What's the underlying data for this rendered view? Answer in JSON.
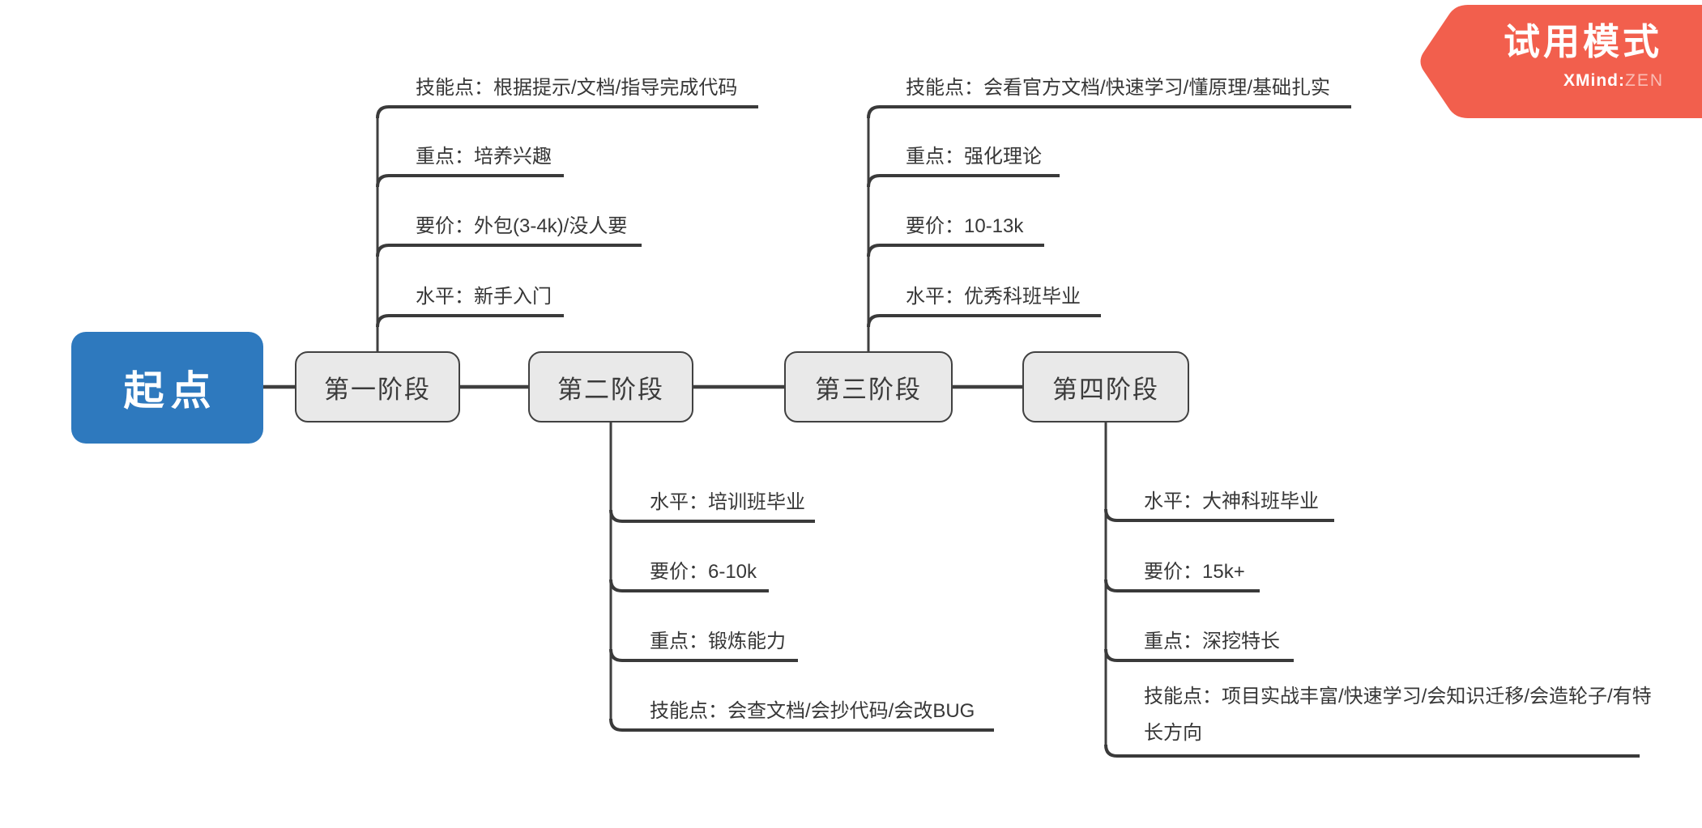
{
  "banner": {
    "mode_label": "试用模式",
    "brand_name": "XMind",
    "brand_separator": ":",
    "brand_suffix": "ZEN"
  },
  "mindmap": {
    "root": {
      "label": "起点"
    },
    "stages": [
      {
        "label": "第一阶段",
        "direction": "up",
        "branches": [
          {
            "label": "技能点：根据提示/文档/指导完成代码"
          },
          {
            "label": "重点：培养兴趣"
          },
          {
            "label": "要价：外包(3-4k)/没人要"
          },
          {
            "label": "水平：新手入门"
          }
        ]
      },
      {
        "label": "第二阶段",
        "direction": "down",
        "branches": [
          {
            "label": "水平：培训班毕业"
          },
          {
            "label": "要价：6-10k"
          },
          {
            "label": "重点：锻炼能力"
          },
          {
            "label": "技能点：会查文档/会抄代码/会改BUG"
          }
        ]
      },
      {
        "label": "第三阶段",
        "direction": "up",
        "branches": [
          {
            "label": "技能点：会看官方文档/快速学习/懂原理/基础扎实"
          },
          {
            "label": "重点：强化理论"
          },
          {
            "label": "要价：10-13k"
          },
          {
            "label": "水平：优秀科班毕业"
          }
        ]
      },
      {
        "label": "第四阶段",
        "direction": "down",
        "branches": [
          {
            "label": "水平：大神科班毕业"
          },
          {
            "label": "要价：15k+"
          },
          {
            "label": "重点：深挖特长"
          },
          {
            "label": "技能点：项目实战丰富/快速学习/会知识迁移/会造轮子/有特长方向"
          }
        ]
      }
    ]
  },
  "colors": {
    "root_fill": "#2e79be",
    "stage_fill": "#e9e9e9",
    "line": "#3f3f3f",
    "banner_fill": "#f25f4d"
  }
}
